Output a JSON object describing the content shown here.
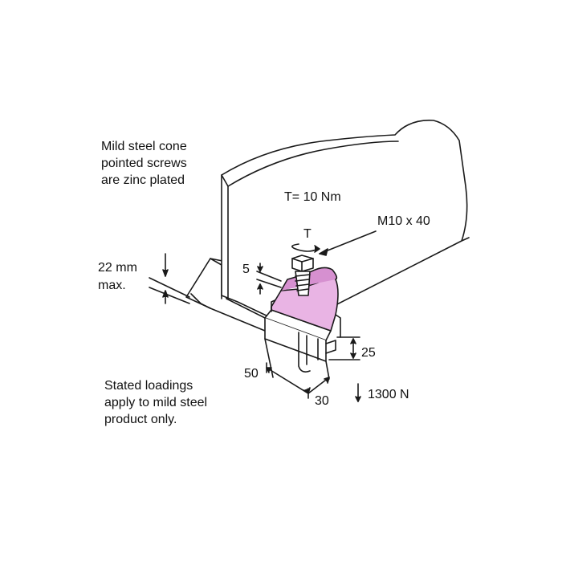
{
  "notes": {
    "screws": [
      "Mild steel cone",
      "pointed screws",
      "are zinc plated"
    ],
    "loadings": [
      "Stated loadings",
      "apply to mild steel",
      "product only."
    ]
  },
  "labels": {
    "torque_value": "T= 10 Nm",
    "screw_size": "M10 x 40",
    "torque_symbol": "T",
    "flange_max_value": "22 mm",
    "flange_max_suffix": "max.",
    "gap": "5",
    "height": "25",
    "width": "50",
    "depth": "30",
    "load": "1300 N"
  },
  "colors": {
    "line": "#1a1a1a",
    "clip_fill": "#e9b4e4",
    "clip_shade": "#d690d0",
    "steel_fill": "#ffffff"
  }
}
